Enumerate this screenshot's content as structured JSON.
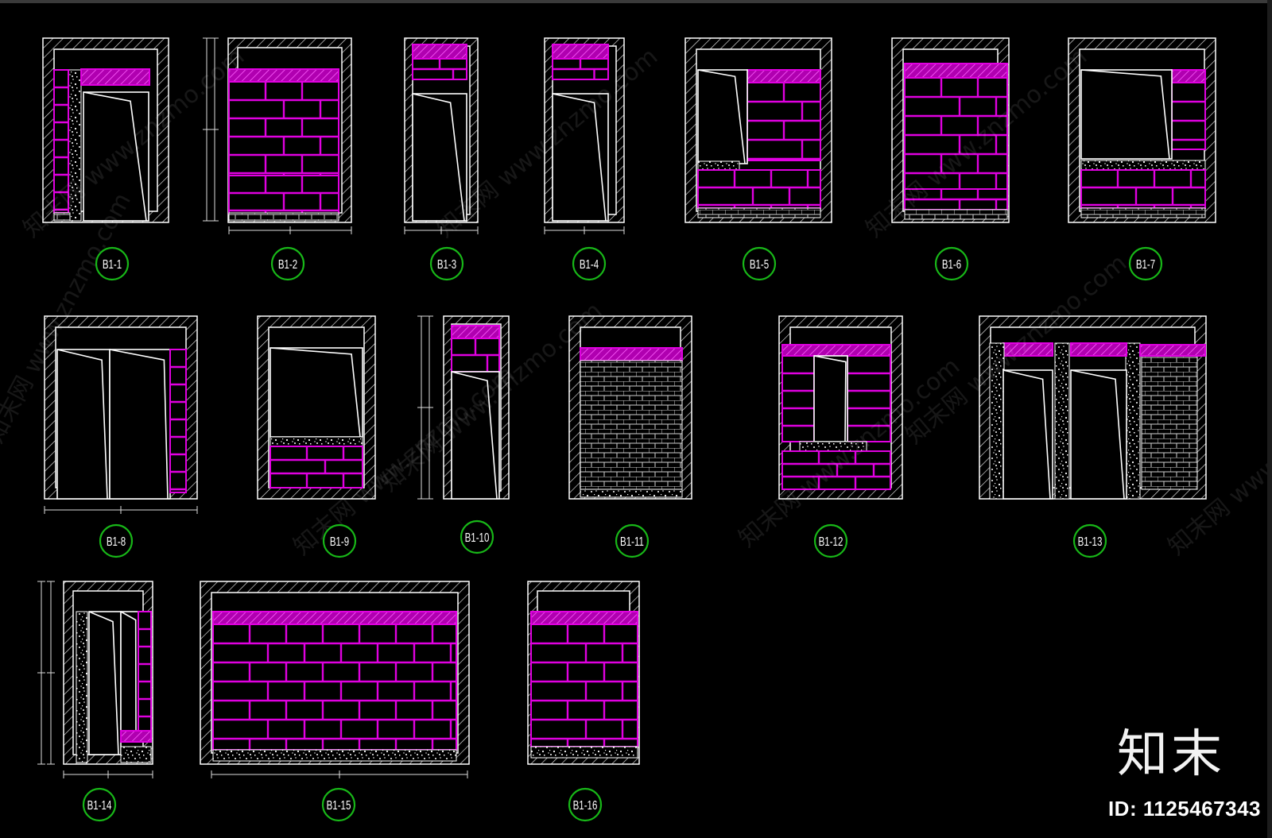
{
  "colors": {
    "background": "#000000",
    "outline": "#ffffff",
    "brick": "#e000e0",
    "label_circle": "#18b818"
  },
  "labels": [
    "B1-1",
    "B1-2",
    "B1-3",
    "B1-4",
    "B1-5",
    "B1-6",
    "B1-7",
    "B1-8",
    "B1-9",
    "B1-10",
    "B1-11",
    "B1-12",
    "B1-13",
    "B1-14",
    "B1-15",
    "B1-16"
  ],
  "watermark": "知末网 www.znzmo.com",
  "brand": {
    "logo": "知末",
    "id_text": "ID: 1125467343"
  }
}
